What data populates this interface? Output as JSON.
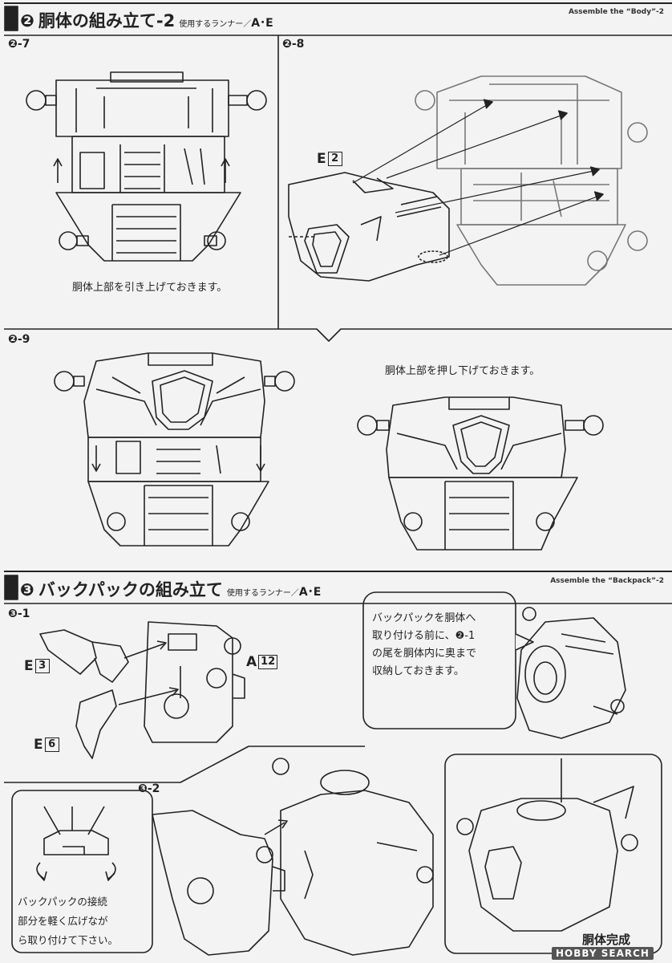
{
  "section2": {
    "number": "❷",
    "title": "胴体の組み立て-2",
    "runner_label": "使用するランナー／",
    "runner_value": "A･E",
    "english": "Assemble the “Body”-2"
  },
  "steps2": {
    "s7": {
      "label": "❷-7",
      "note": "胴体上部を引き上げておきます。"
    },
    "s8": {
      "label": "❷-8",
      "part": "E",
      "part_no": "2"
    },
    "s9": {
      "label": "❷-9",
      "note": "胴体上部を押し下げておきます。"
    }
  },
  "section3": {
    "number": "❸",
    "title": "バックパックの組み立て",
    "runner_label": "使用するランナー／",
    "runner_value": "A･E",
    "english": "Assemble the “Backpack”-2"
  },
  "steps3": {
    "s1": {
      "label": "❸-1",
      "parts": [
        {
          "letter": "E",
          "no": "3"
        },
        {
          "letter": "E",
          "no": "6"
        },
        {
          "letter": "A",
          "no": "12"
        }
      ],
      "callout": [
        "バックパックを胴体へ",
        "取り付ける前に、❷-1",
        "の尾を胴体内に奥まで",
        "収納しておきます。"
      ]
    },
    "s2": {
      "label": "❸-2",
      "tip": [
        "バックパックの接続",
        "部分を軽く広げなが",
        "ら取り付けて下さい。"
      ],
      "done": "胴体完成"
    }
  },
  "watermark": "HOBBY SEARCH"
}
